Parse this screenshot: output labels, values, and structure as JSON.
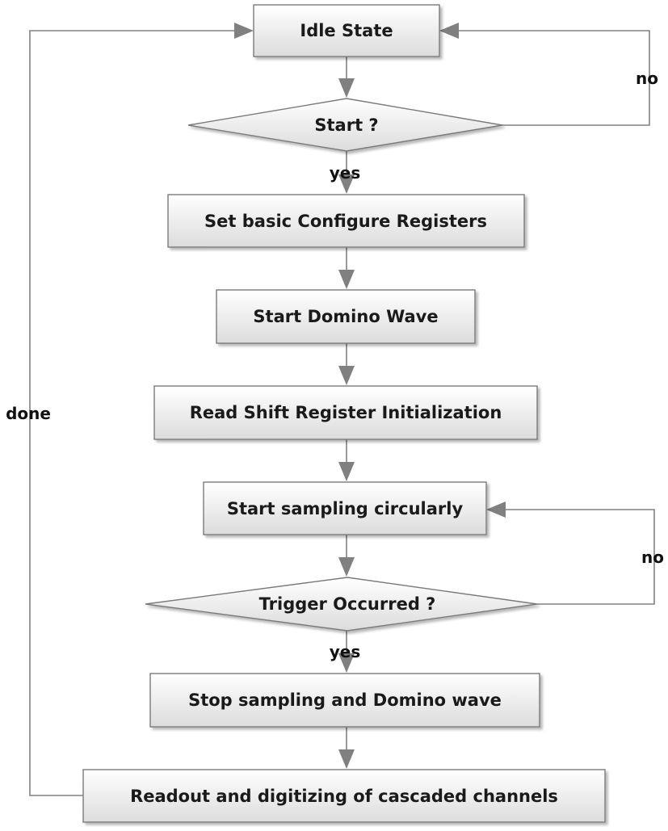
{
  "nodes": {
    "idle": "Idle State",
    "start_q": "Start ?",
    "set_config": "Set basic Configure Registers",
    "start_domino": "Start Domino Wave",
    "read_shift": "Read Shift Register Initialization",
    "start_sampling": "Start sampling circularly",
    "trigger_q": "Trigger Occurred ?",
    "stop_sampling": "Stop sampling and Domino wave",
    "readout": "Readout and digitizing of cascaded channels"
  },
  "edges": {
    "start_no": "no",
    "start_yes": "yes",
    "trigger_no": "no",
    "trigger_yes": "yes",
    "done": "done"
  },
  "colors": {
    "box_fill_top": "#ffffff",
    "box_fill_bottom": "#dcdcdc",
    "stroke": "#7a7a7a",
    "connector": "#808080",
    "text": "#1a1a1a"
  }
}
